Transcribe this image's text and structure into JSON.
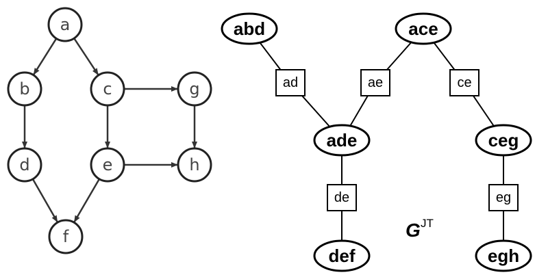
{
  "left_graph": {
    "nodes": [
      {
        "id": "a",
        "label": "a"
      },
      {
        "id": "b",
        "label": "b"
      },
      {
        "id": "c",
        "label": "c"
      },
      {
        "id": "g",
        "label": "g"
      },
      {
        "id": "d",
        "label": "d"
      },
      {
        "id": "e",
        "label": "e"
      },
      {
        "id": "h",
        "label": "h"
      },
      {
        "id": "f",
        "label": "f"
      }
    ],
    "edges": [
      {
        "from": "a",
        "to": "b"
      },
      {
        "from": "a",
        "to": "c"
      },
      {
        "from": "b",
        "to": "d"
      },
      {
        "from": "c",
        "to": "e"
      },
      {
        "from": "c",
        "to": "g"
      },
      {
        "from": "g",
        "to": "h"
      },
      {
        "from": "e",
        "to": "h"
      },
      {
        "from": "d",
        "to": "f"
      },
      {
        "from": "e",
        "to": "f"
      }
    ]
  },
  "junction_tree": {
    "cliques": [
      {
        "id": "abd",
        "label": "abd"
      },
      {
        "id": "ace",
        "label": "ace"
      },
      {
        "id": "ade",
        "label": "ade"
      },
      {
        "id": "ceg",
        "label": "ceg"
      },
      {
        "id": "def",
        "label": "def"
      },
      {
        "id": "egh",
        "label": "egh"
      }
    ],
    "separators": [
      {
        "id": "ad",
        "label": "ad",
        "between": [
          "abd",
          "ade"
        ]
      },
      {
        "id": "ae",
        "label": "ae",
        "between": [
          "ace",
          "ade"
        ]
      },
      {
        "id": "ce",
        "label": "ce",
        "between": [
          "ace",
          "ceg"
        ]
      },
      {
        "id": "de",
        "label": "de",
        "between": [
          "ade",
          "def"
        ]
      },
      {
        "id": "eg",
        "label": "eg",
        "between": [
          "ceg",
          "egh"
        ]
      }
    ]
  },
  "caption": {
    "main": "G",
    "sup": "JT"
  }
}
